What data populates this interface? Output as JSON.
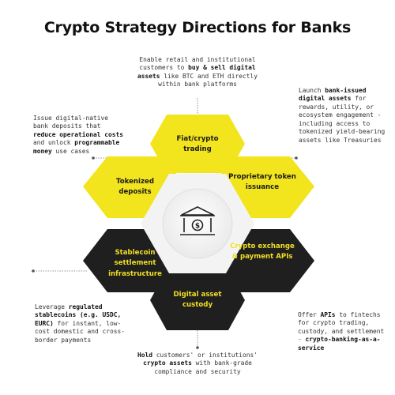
{
  "title": "Crypto Strategy Directions for Banks",
  "colors": {
    "yellow": "#f2e51d",
    "dark": "#1f1f1f",
    "dark_text": "#f2df22",
    "center_bg": "#f3f3f3"
  },
  "center_icon": "bank-dollar-icon",
  "hexagons": {
    "fiat_crypto": {
      "label": "Fiat/crypto trading"
    },
    "proprietary_token": {
      "label": "Proprietary token issuance"
    },
    "exchange_payment": {
      "label": "Crypto exchange & payment APIs"
    },
    "digital_custody": {
      "label": "Digital asset custody"
    },
    "stablecoin_settlement": {
      "label": "Stablecoin settlement infrastructure"
    },
    "tokenized_deposits": {
      "label": "Tokenized deposits"
    }
  },
  "descriptions": {
    "fiat_crypto": [
      {
        "t": "Enable retail and institutional customers to ",
        "b": false
      },
      {
        "t": "buy & sell digital assets",
        "b": true
      },
      {
        "t": " like BTC and ETH directly within bank platforms",
        "b": false
      }
    ],
    "proprietary_token": [
      {
        "t": "Launch ",
        "b": false
      },
      {
        "t": "bank-issued digital assets",
        "b": true
      },
      {
        "t": " for rewards, utility, or ecosystem engagement - including access to tokenized yield-bearing assets like Treasuries",
        "b": false
      }
    ],
    "exchange_payment": [
      {
        "t": "Offer ",
        "b": false
      },
      {
        "t": "APIs",
        "b": true
      },
      {
        "t": " to fintechs for crypto trading, custody, and settlement - ",
        "b": false
      },
      {
        "t": "crypto-banking-as-a-service",
        "b": true
      }
    ],
    "digital_custody": [
      {
        "t": "Hold",
        "b": true
      },
      {
        "t": " customers' or institutions' ",
        "b": false
      },
      {
        "t": "crypto assets",
        "b": true
      },
      {
        "t": " with bank-grade compliance and security",
        "b": false
      }
    ],
    "stablecoin_settlement": [
      {
        "t": "Leverage ",
        "b": false
      },
      {
        "t": "regulated stablecoins (e.g. USDC, EURC)",
        "b": true
      },
      {
        "t": " for instant, low-cost domestic and cross-border payments",
        "b": false
      }
    ],
    "tokenized_deposits": [
      {
        "t": "Issue digital-native bank deposits that ",
        "b": false
      },
      {
        "t": "reduce operational costs",
        "b": true
      },
      {
        "t": " and unlock ",
        "b": false
      },
      {
        "t": "programmable money",
        "b": true
      },
      {
        "t": " use cases",
        "b": false
      }
    ]
  }
}
